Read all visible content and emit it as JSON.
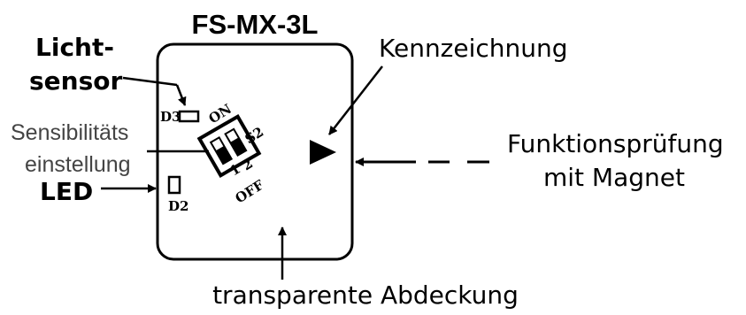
{
  "device": {
    "title": "FS-MX-3L"
  },
  "labels": {
    "light_sensor_line1": "Licht-",
    "light_sensor_line2": "sensor",
    "sensitivity_line1": "Sensibilitäts",
    "sensitivity_line2": "einstellung",
    "led": "LED",
    "marking": "Kennzeichnung",
    "function_test_line1": "Funktionsprüfung",
    "function_test_line2": "mit Magnet",
    "transparent_cover": "transparente Abdeckung"
  },
  "pcb": {
    "d3": "D3",
    "d2": "D2",
    "switch_on": "ON",
    "switch_name": "S2",
    "switch_pos_1": "1",
    "switch_pos_2": "2",
    "switch_off": "OFF"
  },
  "colors": {
    "stroke": "#000000",
    "thin_text": "#444444",
    "background": "#ffffff"
  }
}
